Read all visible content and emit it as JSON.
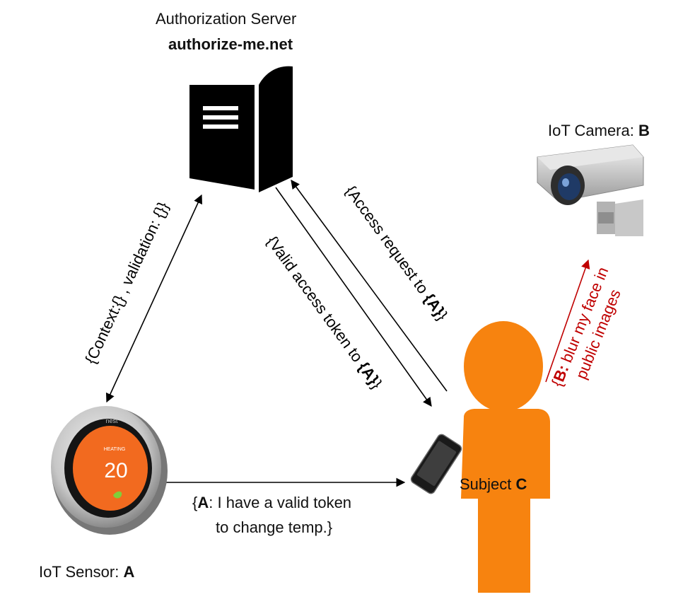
{
  "server": {
    "title": "Authorization Server",
    "domain": "authorize-me.net"
  },
  "camera": {
    "prefix": "IoT Camera: ",
    "id": "B"
  },
  "sensor": {
    "prefix": "IoT Sensor: ",
    "id": "A",
    "device_brand": "nest",
    "device_mode": "HEATING",
    "device_temp": "20"
  },
  "subject": {
    "prefix": "Subject ",
    "id": "C"
  },
  "edges": {
    "context_validation": "{Context:{} , validation: {}}",
    "access_request": {
      "pre": "{Access request to ",
      "bold": "{A}",
      "post": "}"
    },
    "valid_token": {
      "pre": "{Valid access token to ",
      "bold": "{A}",
      "post": "}"
    },
    "sensor_message": {
      "line1_pre": "{",
      "line1_bold": "A",
      "line1_post": ": I have a valid token",
      "line2": "to change temp.}"
    },
    "camera_request": {
      "line1_pre": "{",
      "line1_bold": "B:",
      "line1_post": " blur my face in",
      "line2": "public images"
    }
  },
  "colors": {
    "subject_orange": "#f7830f",
    "privacy_red": "#c00000",
    "server_black": "#000000",
    "thermostat_display": "#f26a1f"
  }
}
